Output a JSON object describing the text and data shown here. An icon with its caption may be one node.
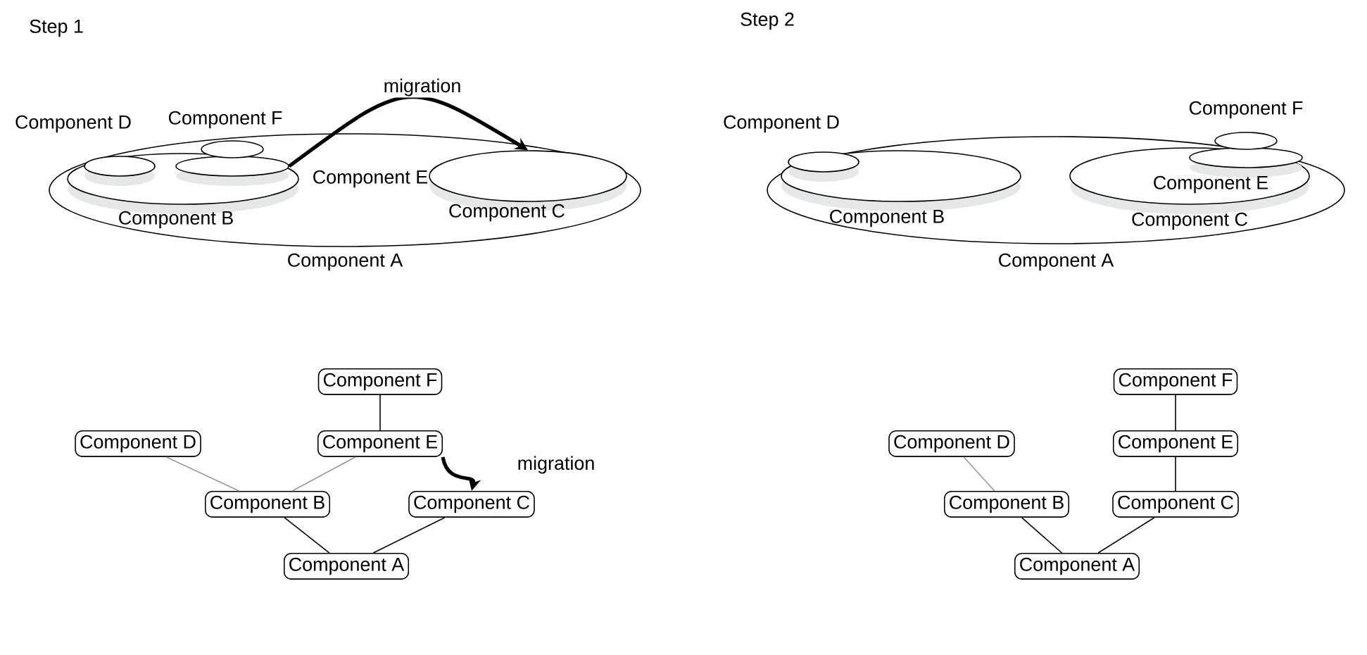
{
  "diagram": {
    "nodes": [
      {
        "text": [
          "Component A"
        ]
      },
      {
        "text": [
          "Component B"
        ],
        "in": 0
      },
      {
        "text": [
          "Component D"
        ],
        "in": 1
      },
      {
        "text": [
          "Component E"
        ],
        "in": 1
      },
      {
        "text": [
          "Component F"
        ],
        "in": 0
      },
      {
        "text": [
          "Component C"
        ],
        "in": 0
      },
      {
        "text": [
          "Component A"
        ]
      },
      {
        "text": [
          "Component B"
        ],
        "in": 6
      },
      {
        "text": [
          "Component D"
        ],
        "in": 7
      },
      {
        "text": [
          "Component C"
        ],
        "in": 6
      },
      {
        "text": [
          "Component E"
        ],
        "in": 9
      },
      {
        "text": [
          "Component F"
        ],
        "in": 6
      },
      {
        "text": [
          "Component F"
        ]
      },
      {
        "text": [
          "Component D"
        ]
      },
      {
        "text": [
          "Component E"
        ]
      },
      {
        "text": [
          "Component B"
        ]
      },
      {
        "text": [
          "Component C"
        ]
      },
      {
        "text": [
          "Component A"
        ]
      },
      {
        "text": [
          "Component F"
        ]
      },
      {
        "text": [
          "Component D"
        ]
      },
      {
        "text": [
          "Component E"
        ]
      },
      {
        "text": [
          "Component B"
        ]
      },
      {
        "text": [
          "Component C"
        ]
      },
      {
        "text": [
          "Component A"
        ]
      }
    ],
    "edges": [
      {
        "from": 3,
        "to": 5,
        "arrow": "to",
        "label": "migration",
        "style": "thick"
      },
      {
        "from": 12,
        "to": 14,
        "arrow": "none"
      },
      {
        "from": 13,
        "to": 15,
        "arrow": "none",
        "color": "#999999"
      },
      {
        "from": 14,
        "to": 15,
        "arrow": "none",
        "color": "#999999"
      },
      {
        "from": 15,
        "to": 17,
        "arrow": "none"
      },
      {
        "from": 16,
        "to": 17,
        "arrow": "none"
      },
      {
        "from": 14,
        "to": 16,
        "arrow": "to",
        "label": "migration",
        "style": "thick"
      },
      {
        "from": 18,
        "to": 20,
        "arrow": "none"
      },
      {
        "from": 20,
        "to": 22,
        "arrow": "none"
      },
      {
        "from": 19,
        "to": 21,
        "arrow": "none",
        "color": "#999999"
      },
      {
        "from": 21,
        "to": 23,
        "arrow": "none"
      },
      {
        "from": 22,
        "to": 23,
        "arrow": "none"
      }
    ],
    "labels": [
      "Step 1",
      "Step 2"
    ]
  }
}
